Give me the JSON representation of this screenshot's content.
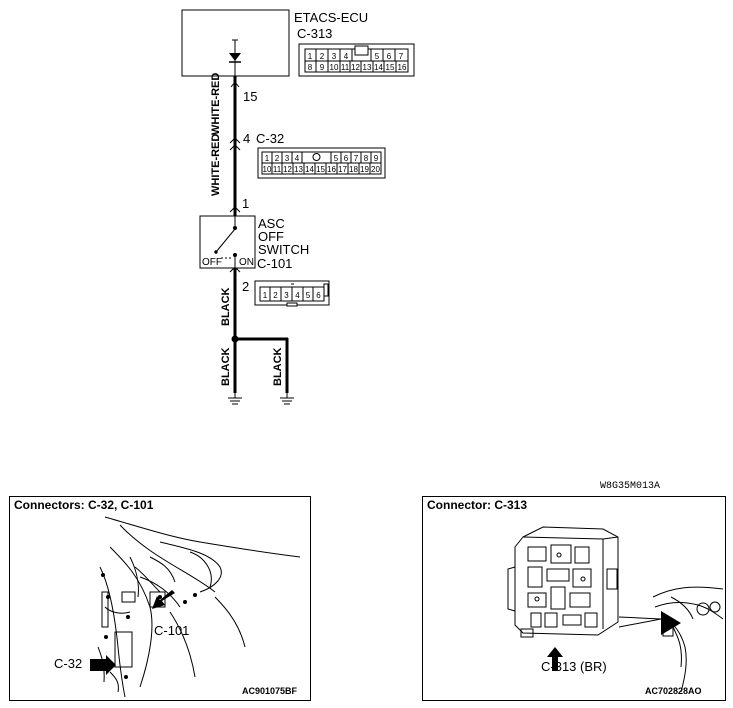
{
  "schematic": {
    "ecu_label": "ETACS-ECU",
    "ecu_connector": "C-313",
    "ecu_pins_top": [
      "1",
      "2",
      "3",
      "4",
      "",
      "5",
      "6",
      "7"
    ],
    "ecu_pins_bottom": [
      "8",
      "9",
      "10",
      "11",
      "12",
      "13",
      "14",
      "15",
      "16"
    ],
    "junction_connector": "C-32",
    "junction_pins_top": [
      "1",
      "2",
      "3",
      "4",
      "",
      "5",
      "6",
      "7",
      "8",
      "9"
    ],
    "junction_pins_bottom": [
      "10",
      "11",
      "12",
      "13",
      "14",
      "15",
      "16",
      "17",
      "18",
      "19",
      "20"
    ],
    "switch_name_lines": [
      "ASC",
      "OFF",
      "SWITCH"
    ],
    "switch_connector": "C-101",
    "switch_off": "OFF",
    "switch_on": "ON",
    "switch_pins": [
      "1",
      "2",
      "3",
      "4",
      "5",
      "6"
    ],
    "pin_15": "15",
    "pin_4": "4",
    "pin_1": "1",
    "pin_2": "2",
    "wire_1": "WHITE-RED",
    "wire_2": "WHITE-RED",
    "wire_3": "BLACK",
    "wire_4": "BLACK",
    "wire_5": "BLACK"
  },
  "doc_code": "W8G35M013A",
  "panel_left": {
    "title": "Connectors: C-32, C-101",
    "callout_1": "C-101",
    "callout_2": "C-32",
    "figure_code": "AC901075BF"
  },
  "panel_right": {
    "title": "Connector: C-313",
    "callout_1": "C-313 (BR)",
    "figure_code": "AC702828AO"
  }
}
